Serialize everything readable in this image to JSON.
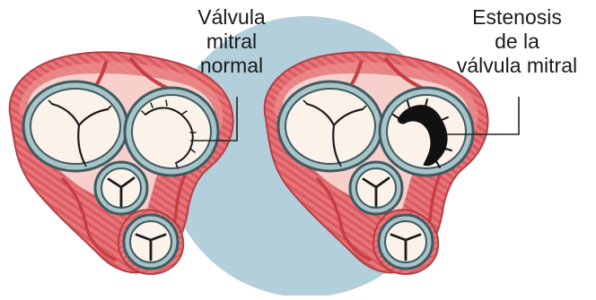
{
  "labels": {
    "normal": [
      "Válvula",
      "mitral",
      "normal"
    ],
    "stenosis": [
      "Estenosis",
      "de la",
      "válvula mitral"
    ]
  },
  "colors": {
    "background_circle": "#b3cfdc",
    "muscle": "#e46a6f",
    "muscle_dark": "#c8454b",
    "muscle_light": "#f3a7a6",
    "annulus": "#f7d3cf",
    "valve_ring": "#a7c4c8",
    "valve_ring_edge": "#3f5a60",
    "valve_interior": "#fbf3ea",
    "stenosis_fill": "#111111",
    "leader_line": "#222222"
  },
  "icons": [
    "heart-cross-section-normal",
    "heart-cross-section-stenosis"
  ]
}
